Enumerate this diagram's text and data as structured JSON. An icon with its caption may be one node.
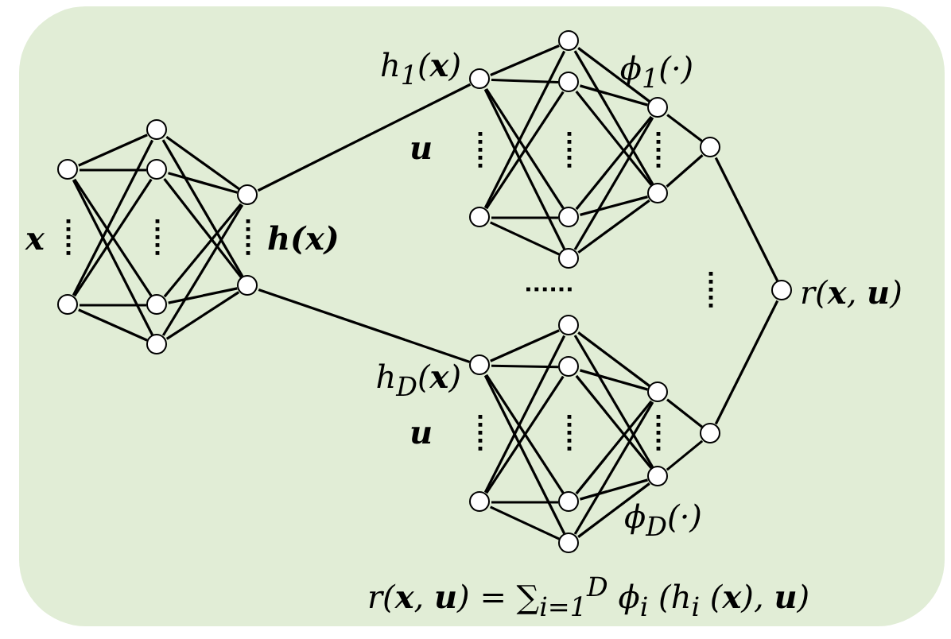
{
  "diagram": {
    "caption": "r(**x**, **u**) = ∑$_{i=1}$$^{D}$ ϕ$_{i}$ (h$_{i}$ (**x**), **u**)",
    "nodes": [
      {
        "text": [],
        "shape": "circle"
      },
      {
        "text": [],
        "shape": "circle"
      },
      {
        "text": [],
        "shape": "circle"
      },
      {
        "text": [],
        "shape": "circle"
      },
      {
        "text": [],
        "shape": "circle"
      },
      {
        "text": [],
        "shape": "circle"
      },
      {
        "text": [],
        "shape": "circle"
      },
      {
        "text": [],
        "shape": "circle"
      },
      {
        "text": [],
        "shape": "circle",
        "beside": [
          "h$_{1}$(**x**)"
        ]
      },
      {
        "text": [],
        "shape": "circle"
      },
      {
        "text": [],
        "shape": "circle"
      },
      {
        "text": [],
        "shape": "circle"
      },
      {
        "text": [],
        "shape": "circle"
      },
      {
        "text": [],
        "shape": "circle"
      },
      {
        "text": [],
        "shape": "circle",
        "beside": [
          "ϕ$_{1}$(·)"
        ]
      },
      {
        "text": [],
        "shape": "circle"
      },
      {
        "text": [],
        "shape": "circle"
      },
      {
        "text": [],
        "shape": "circle",
        "beside": [
          "h$_{D}$(**x**)"
        ]
      },
      {
        "text": [],
        "shape": "circle"
      },
      {
        "text": [],
        "shape": "circle"
      },
      {
        "text": [],
        "shape": "circle"
      },
      {
        "text": [],
        "shape": "circle"
      },
      {
        "text": [],
        "shape": "circle"
      },
      {
        "text": [],
        "shape": "circle"
      },
      {
        "text": [],
        "shape": "circle",
        "beside": [
          "ϕ$_{D}$(·)"
        ]
      },
      {
        "text": [],
        "shape": "circle"
      },
      {
        "text": [],
        "shape": "circle",
        "beside": [
          "r(**x**, **u**)"
        ]
      }
    ],
    "edges": [
      {
        "from": 0,
        "to": 2,
        "arrow": "none"
      },
      {
        "from": 0,
        "to": 3,
        "arrow": "none"
      },
      {
        "from": 0,
        "to": 4,
        "arrow": "none"
      },
      {
        "from": 0,
        "to": 5,
        "arrow": "none"
      },
      {
        "from": 1,
        "to": 2,
        "arrow": "none"
      },
      {
        "from": 1,
        "to": 3,
        "arrow": "none"
      },
      {
        "from": 1,
        "to": 4,
        "arrow": "none"
      },
      {
        "from": 1,
        "to": 5,
        "arrow": "none"
      },
      {
        "from": 2,
        "to": 6,
        "arrow": "none"
      },
      {
        "from": 2,
        "to": 7,
        "arrow": "none"
      },
      {
        "from": 3,
        "to": 6,
        "arrow": "none"
      },
      {
        "from": 3,
        "to": 7,
        "arrow": "none"
      },
      {
        "from": 4,
        "to": 6,
        "arrow": "none"
      },
      {
        "from": 4,
        "to": 7,
        "arrow": "none"
      },
      {
        "from": 5,
        "to": 6,
        "arrow": "none"
      },
      {
        "from": 5,
        "to": 7,
        "arrow": "none"
      },
      {
        "from": 6,
        "to": 8,
        "arrow": "none"
      },
      {
        "from": 7,
        "to": 17,
        "arrow": "none"
      },
      {
        "from": 8,
        "to": 10,
        "arrow": "none"
      },
      {
        "from": 8,
        "to": 11,
        "arrow": "none"
      },
      {
        "from": 8,
        "to": 12,
        "arrow": "none"
      },
      {
        "from": 8,
        "to": 13,
        "arrow": "none"
      },
      {
        "from": 9,
        "to": 10,
        "arrow": "none"
      },
      {
        "from": 9,
        "to": 11,
        "arrow": "none"
      },
      {
        "from": 9,
        "to": 12,
        "arrow": "none"
      },
      {
        "from": 9,
        "to": 13,
        "arrow": "none"
      },
      {
        "from": 10,
        "to": 14,
        "arrow": "none"
      },
      {
        "from": 10,
        "to": 15,
        "arrow": "none"
      },
      {
        "from": 11,
        "to": 14,
        "arrow": "none"
      },
      {
        "from": 11,
        "to": 15,
        "arrow": "none"
      },
      {
        "from": 12,
        "to": 14,
        "arrow": "none"
      },
      {
        "from": 12,
        "to": 15,
        "arrow": "none"
      },
      {
        "from": 13,
        "to": 14,
        "arrow": "none"
      },
      {
        "from": 13,
        "to": 15,
        "arrow": "none"
      },
      {
        "from": 14,
        "to": 16,
        "arrow": "none"
      },
      {
        "from": 15,
        "to": 16,
        "arrow": "none"
      },
      {
        "from": 17,
        "to": 19,
        "arrow": "none"
      },
      {
        "from": 17,
        "to": 20,
        "arrow": "none"
      },
      {
        "from": 17,
        "to": 21,
        "arrow": "none"
      },
      {
        "from": 17,
        "to": 22,
        "arrow": "none"
      },
      {
        "from": 18,
        "to": 19,
        "arrow": "none"
      },
      {
        "from": 18,
        "to": 20,
        "arrow": "none"
      },
      {
        "from": 18,
        "to": 21,
        "arrow": "none"
      },
      {
        "from": 18,
        "to": 22,
        "arrow": "none"
      },
      {
        "from": 19,
        "to": 23,
        "arrow": "none"
      },
      {
        "from": 19,
        "to": 24,
        "arrow": "none"
      },
      {
        "from": 20,
        "to": 23,
        "arrow": "none"
      },
      {
        "from": 20,
        "to": 24,
        "arrow": "none"
      },
      {
        "from": 21,
        "to": 23,
        "arrow": "none"
      },
      {
        "from": 21,
        "to": 24,
        "arrow": "none"
      },
      {
        "from": 22,
        "to": 23,
        "arrow": "none"
      },
      {
        "from": 22,
        "to": 24,
        "arrow": "none"
      },
      {
        "from": 23,
        "to": 25,
        "arrow": "none"
      },
      {
        "from": 24,
        "to": 25,
        "arrow": "none"
      },
      {
        "from": 16,
        "to": 26,
        "arrow": "none"
      },
      {
        "from": 25,
        "to": 26,
        "arrow": "none"
      }
    ],
    "labels": [
      "x",
      "h(x)",
      "u",
      "u"
    ]
  }
}
